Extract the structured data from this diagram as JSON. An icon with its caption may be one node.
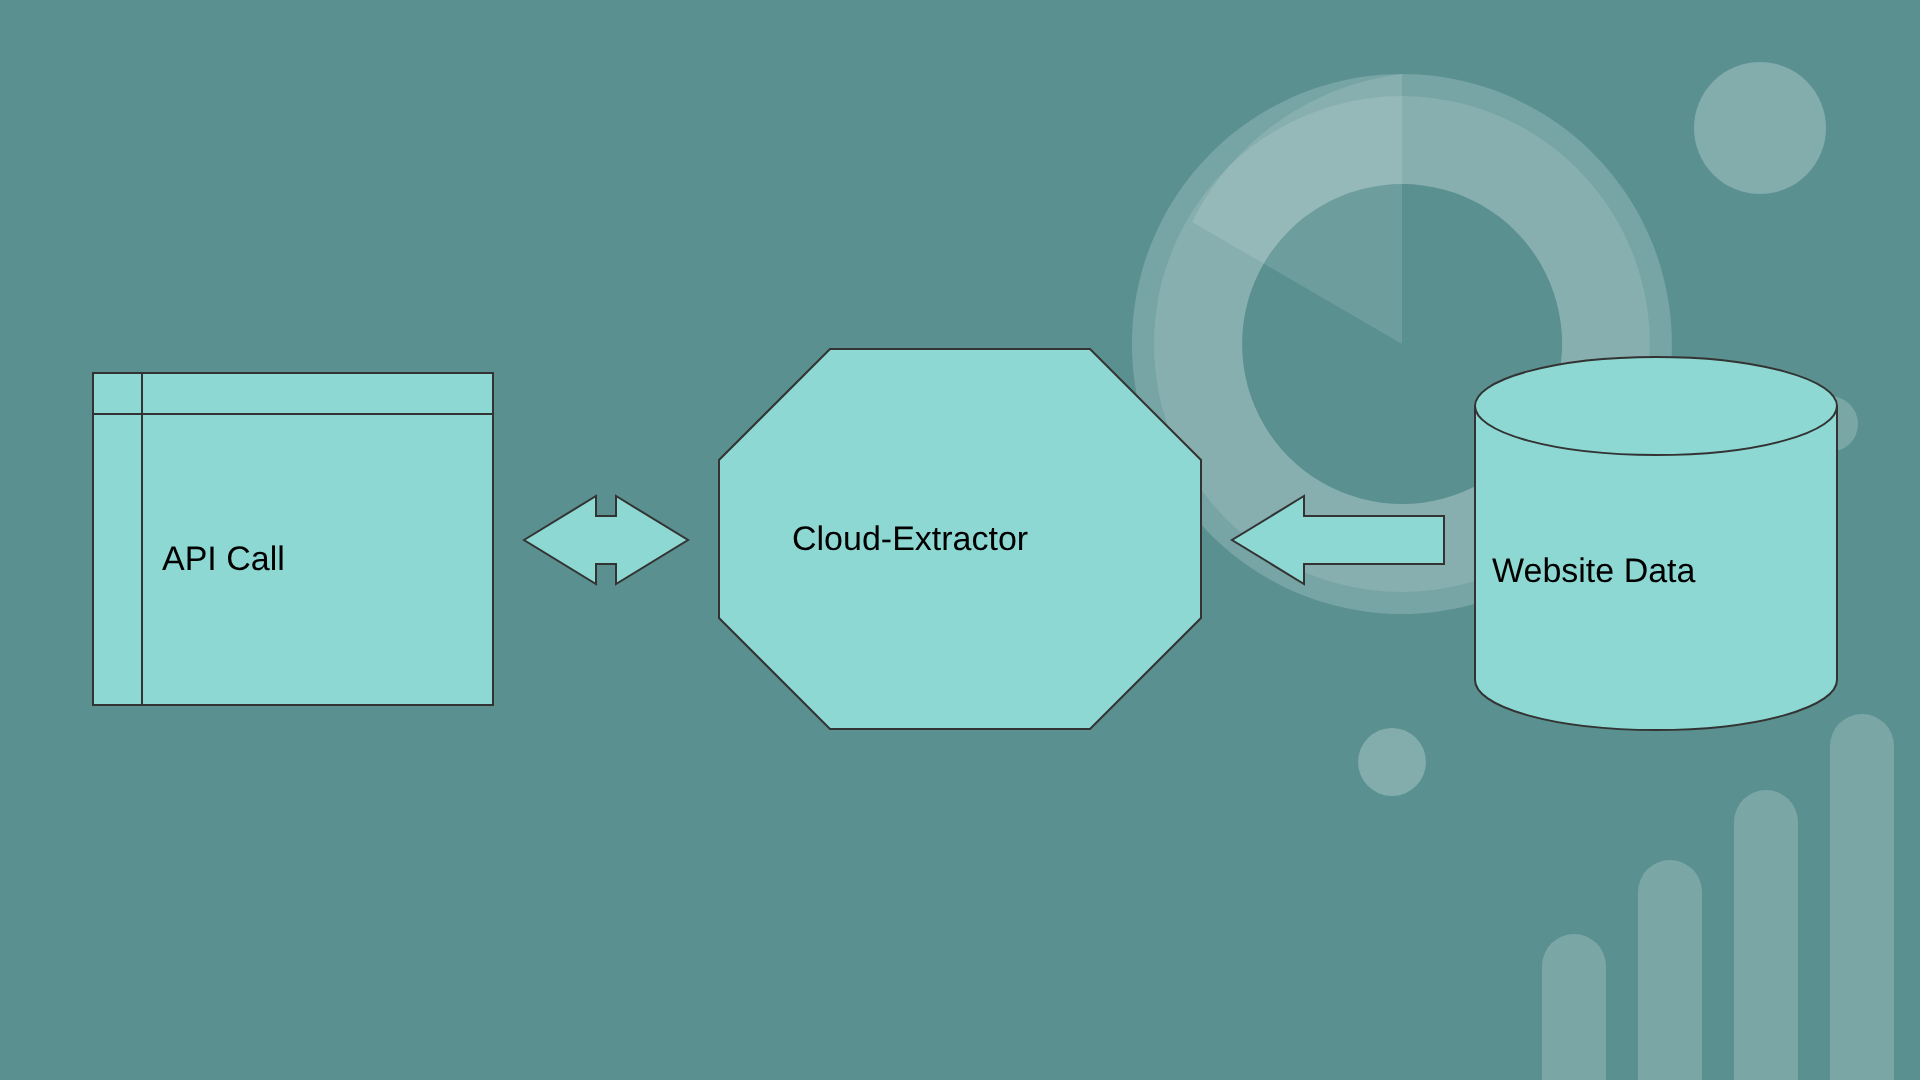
{
  "diagram": {
    "nodes": [
      {
        "text": [
          "API Call"
        ]
      },
      {
        "text": [
          "Cloud-Extractor"
        ]
      },
      {
        "text": [
          "Website Data"
        ]
      }
    ],
    "edges": [
      {
        "from": 0,
        "to": 1,
        "arrow": "both"
      },
      {
        "from": 2,
        "to": 1,
        "arrow": "to"
      }
    ]
  }
}
